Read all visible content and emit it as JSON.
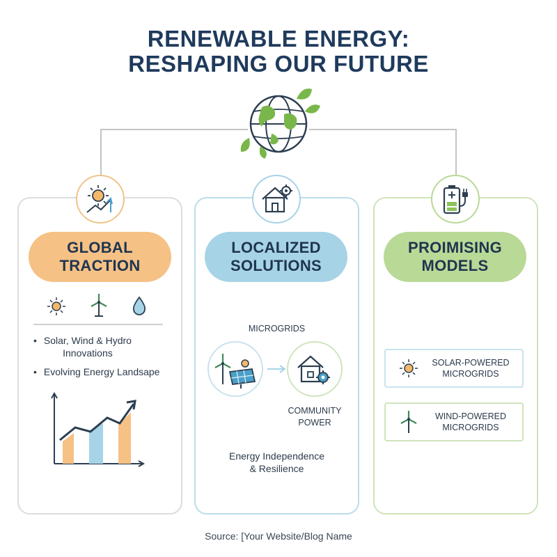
{
  "title": {
    "line1": "RENEWABLE ENERGY:",
    "line2": "RESHAPING OUR FUTURE"
  },
  "icons": {
    "top": "globe-leaves-icon",
    "global": "sun-growth-icon",
    "localized": "house-gear-icon",
    "promising": "battery-plug-icon"
  },
  "colors": {
    "title": "#1f3a5c",
    "global_pill": "#f5c185",
    "localized_pill": "#a7d3e6",
    "promising_pill": "#b9d996"
  },
  "global": {
    "heading_line1": "GLOBAL",
    "heading_line2": "TRACTION",
    "bullets": [
      {
        "line1": "Solar, Wind & Hydro",
        "line2": "Innovations"
      },
      {
        "line1": "Evolving Energy Landsape",
        "line2": ""
      }
    ]
  },
  "localized": {
    "heading_line1": "LOCALIZED",
    "heading_line2": "SOLUTIONS",
    "microgrids_label": "MICROGRIDS",
    "community_line1": "COMMUNITY",
    "community_line2": "POWER",
    "benefit_line1": "Energy Independence",
    "benefit_line2": "& Resilience"
  },
  "promising": {
    "heading_line1": "PROIMISING",
    "heading_line2": "MODELS",
    "models": [
      {
        "line1": "SOLAR-POWERED",
        "line2": "MICROGRIDS",
        "icon": "sun-icon"
      },
      {
        "line1": "WIND-POWERED",
        "line2": "MICROGRIDS",
        "icon": "wind-turbine-icon"
      }
    ]
  },
  "source": "Source: [Your Website/Blog Name"
}
